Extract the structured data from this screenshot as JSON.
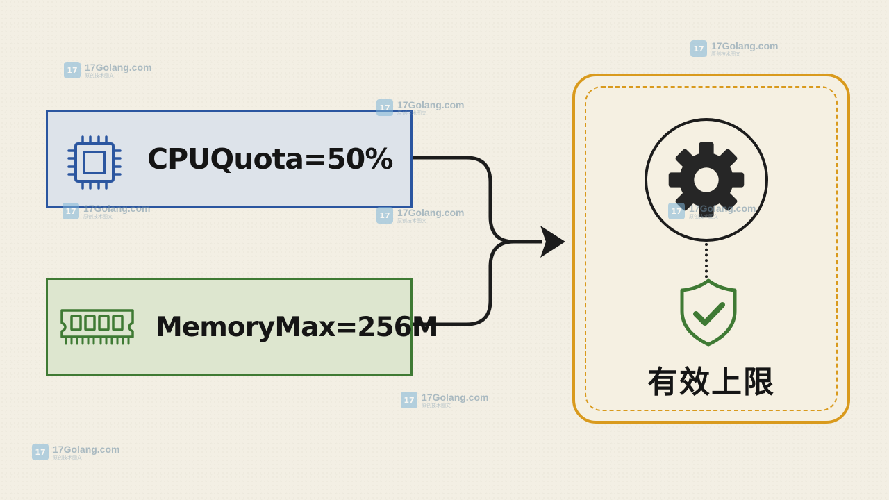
{
  "inputs": {
    "cpu": {
      "label": "CPUQuota=50%",
      "icon": "cpu-chip-icon",
      "color": "#2b56a0",
      "fill": "#dde3ea"
    },
    "memory": {
      "label": "MemoryMax=256M",
      "icon": "ram-module-icon",
      "color": "#3f7a34",
      "fill": "#dde6cf"
    }
  },
  "result": {
    "label": "有效上限",
    "gear_icon": "gear-icon",
    "shield_icon": "shield-check-icon",
    "border_color": "#d99a1d",
    "shield_color": "#3f7a34"
  },
  "watermark": {
    "text": "17Golang.com",
    "subtext": "原创技术图文",
    "logo": "17golang-logo-icon"
  }
}
